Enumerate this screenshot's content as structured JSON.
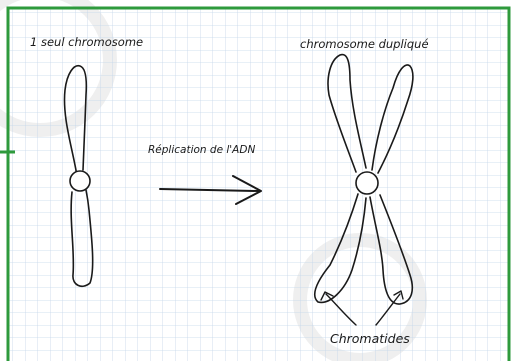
{
  "labels": {
    "single": "1 seul chromosome",
    "duplicated": "chromosome dupliqué",
    "replication": "Réplication de l'ADN",
    "chromatids": "Chromatides"
  },
  "colors": {
    "frame": "#2e9a3c",
    "grid": "#c4d6ea",
    "ink": "#1a1a1a",
    "watermark": "#efefef"
  }
}
